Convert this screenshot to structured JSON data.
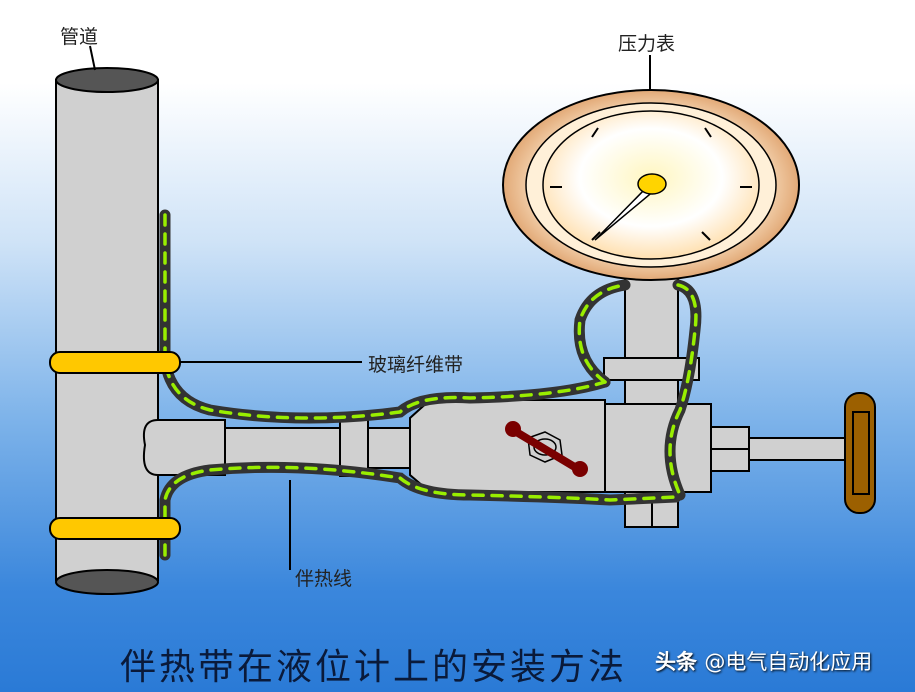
{
  "labels": {
    "pipe": "管道",
    "pressure_gauge": "压力表",
    "fiberglass_tape": "玻璃纤维带",
    "heat_trace_line": "伴热线"
  },
  "title": "伴热带在液位计上的安装方法",
  "watermark": {
    "brand": "头条",
    "account": "@电气自动化应用"
  },
  "colors": {
    "pipe": "#d0d0d0",
    "clamp": "#ffc800",
    "trace_outer": "#333333",
    "trace_inner": "#99ee00",
    "handle": "#9c6000",
    "valve_handle": "#7a0000",
    "gauge_rim": "#d9a070"
  }
}
